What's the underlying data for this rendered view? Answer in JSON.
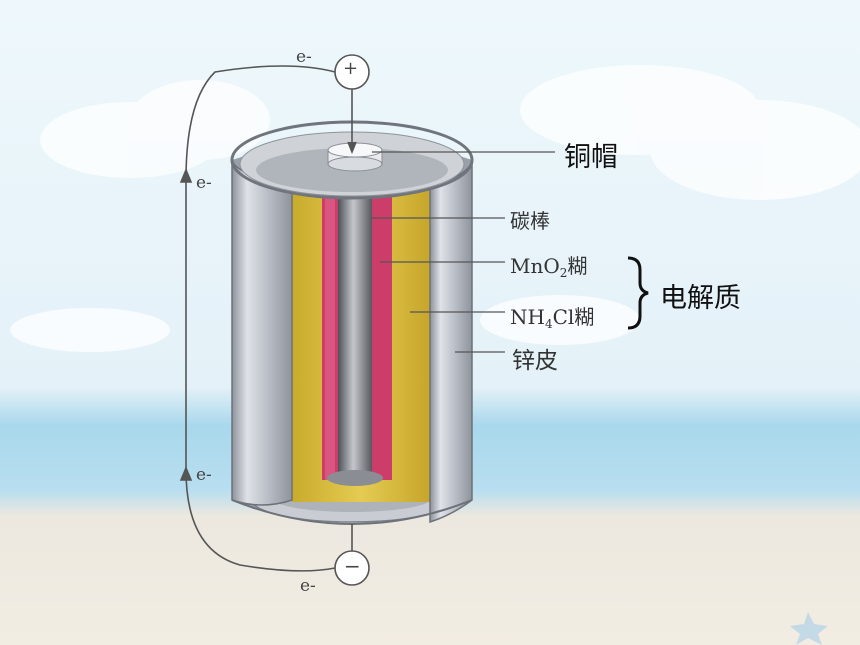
{
  "electrons": {
    "top": "e-",
    "upper_left": "e-",
    "lower_left": "e-",
    "bottom": "e-"
  },
  "terminals": {
    "positive": "+",
    "negative": "−"
  },
  "labels": {
    "copper_cap": "铜帽",
    "carbon_rod": "碳棒",
    "mno2_prefix": "MnO",
    "mno2_sub": "2",
    "mno2_suffix": "糊",
    "nh4cl_prefix": "NH",
    "nh4cl_sub": "4",
    "nh4cl_suffix": "Cl糊",
    "electrolyte": "电解质",
    "zinc_case": "锌皮"
  },
  "colors": {
    "sky_top": "#e9f5fb",
    "sea": "#9fd3ea",
    "sand": "#efe9dd",
    "zinc": "#b7bcc4",
    "paste_yellow": "#d8bd3c",
    "paste_red": "#cc3d6a",
    "rod": "#7d8087"
  }
}
